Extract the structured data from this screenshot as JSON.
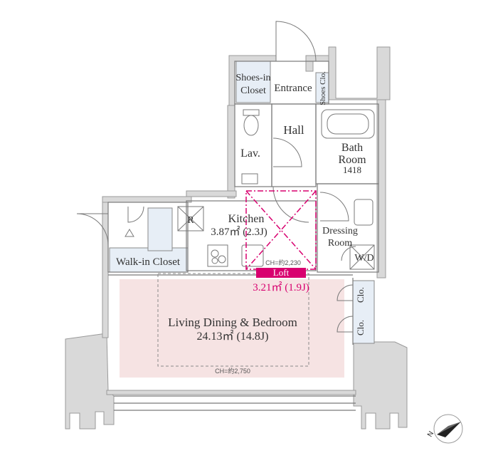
{
  "rooms": {
    "shoes_in_closet": [
      "Shoes-in",
      "Closet"
    ],
    "entrance": "Entrance",
    "shoes_clo": "Shoes Clo.",
    "hall": "Hall",
    "lav": "Lav.",
    "bath": [
      "Bath",
      "Room",
      "1418"
    ],
    "kitchen": [
      "Kitchen",
      "3.87㎡ (2.3J)"
    ],
    "r": "R",
    "dressing": [
      "Dressing",
      "Room"
    ],
    "wd": "W/D",
    "walkin": "Walk-in Closet",
    "clo1": "Clo.",
    "clo2": "Clo.",
    "living": [
      "Living Dining & Bedroom",
      "24.13㎡ (14.8J)"
    ]
  },
  "loft": {
    "label": "Loft",
    "area": "3.21㎡ (1.9J)",
    "ceiling": "CH=約2,230"
  },
  "living_ceiling": "CH=約2,750",
  "colors": {
    "wall": "#d9d9d9",
    "wall_stroke": "#9a9a9a",
    "closet_fill": "#e7eef6",
    "living_fill": "#f6e3e3",
    "accent": "#d8006f"
  },
  "compass_label": "N"
}
